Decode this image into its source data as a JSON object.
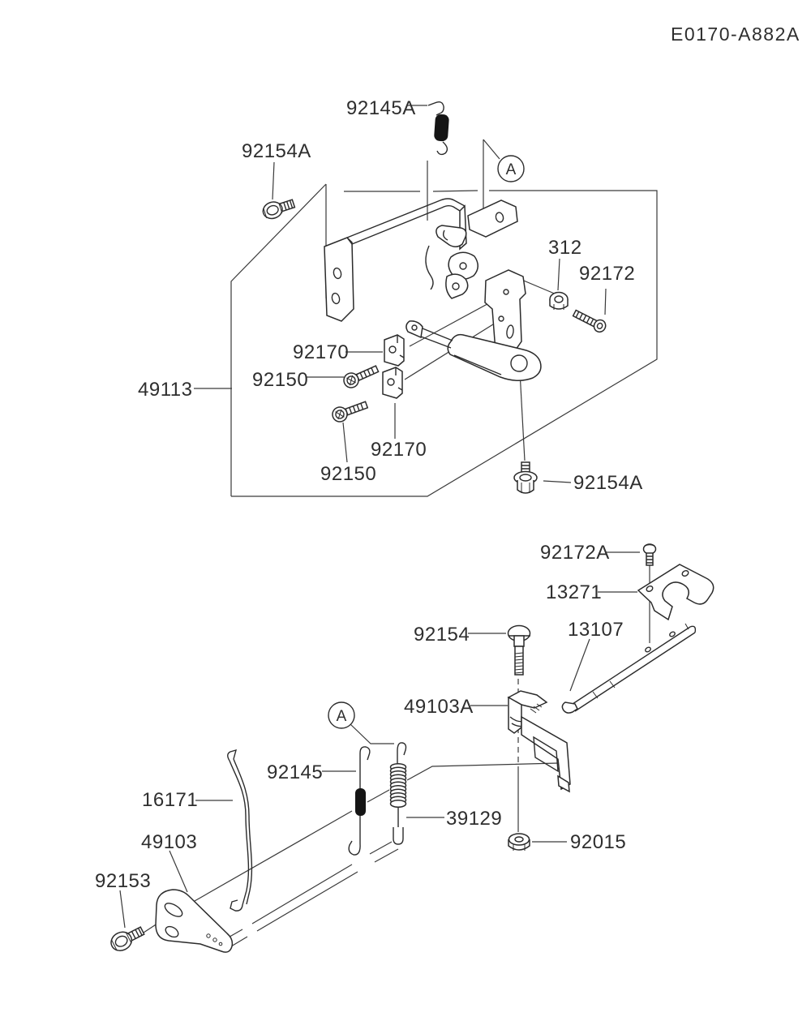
{
  "diagram": {
    "code": "E0170-A882A",
    "marker_top": "A",
    "marker_bottom": "A",
    "callouts": {
      "92145a": "92145A",
      "92154a_top": "92154A",
      "n312": "312",
      "92172": "92172",
      "92170_upper": "92170",
      "92150_upper": "92150",
      "49113": "49113",
      "92170_lower": "92170",
      "92150_lower": "92150",
      "92154a_bottom": "92154A",
      "92172a": "92172A",
      "13271": "13271",
      "92154": "92154",
      "13107": "13107",
      "49103a": "49103A",
      "92145": "92145",
      "16171": "16171",
      "39129": "39129",
      "49103": "49103",
      "92153": "92153",
      "92015": "92015"
    }
  }
}
